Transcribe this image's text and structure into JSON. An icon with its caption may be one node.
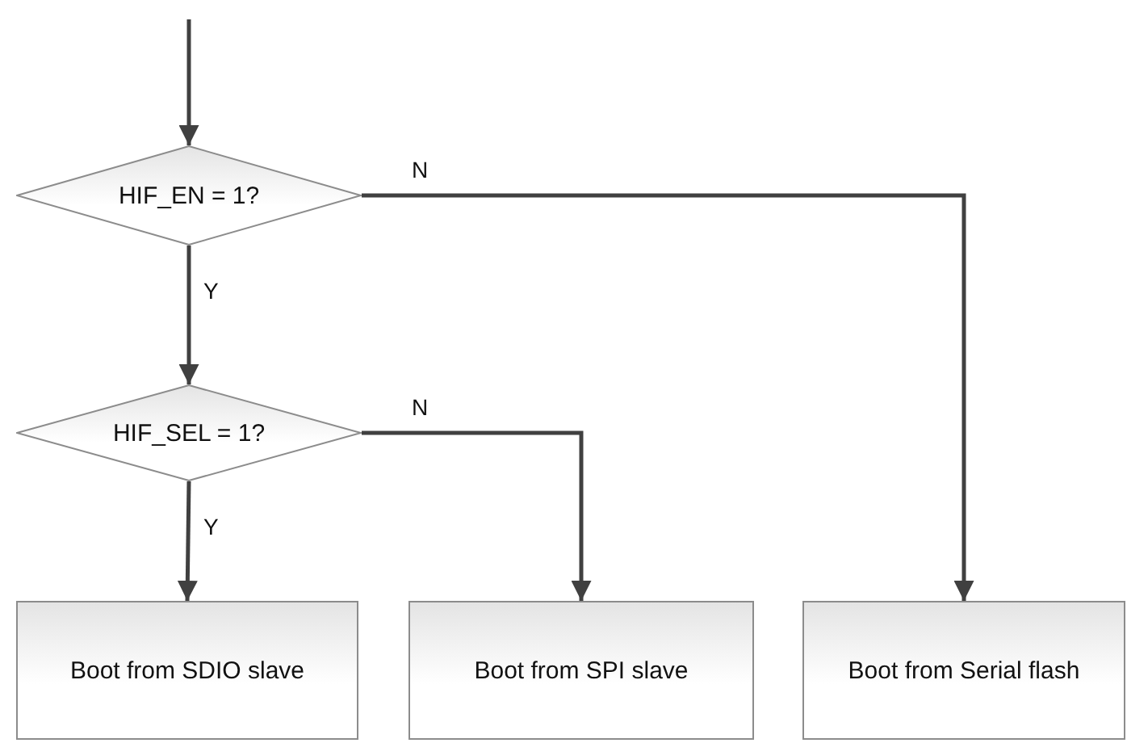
{
  "diagram": {
    "nodes": [
      {
        "text": [
          "HIF_EN = 1?"
        ]
      },
      {
        "text": [
          "HIF_SEL = 1?"
        ]
      },
      {
        "text": [
          "Boot from SDIO slave"
        ]
      },
      {
        "text": [
          "Boot from SPI slave"
        ]
      },
      {
        "text": [
          "Boot from Serial flash"
        ]
      }
    ],
    "edges": [
      {
        "from": null,
        "to": 0,
        "arrow": "to"
      },
      {
        "from": 0,
        "to": 1,
        "arrow": "to",
        "label": "Y"
      },
      {
        "from": 0,
        "to": 4,
        "arrow": "to",
        "label": "N"
      },
      {
        "from": 1,
        "to": 2,
        "arrow": "to",
        "label": "Y"
      },
      {
        "from": 1,
        "to": 3,
        "arrow": "to",
        "label": "N"
      }
    ]
  }
}
